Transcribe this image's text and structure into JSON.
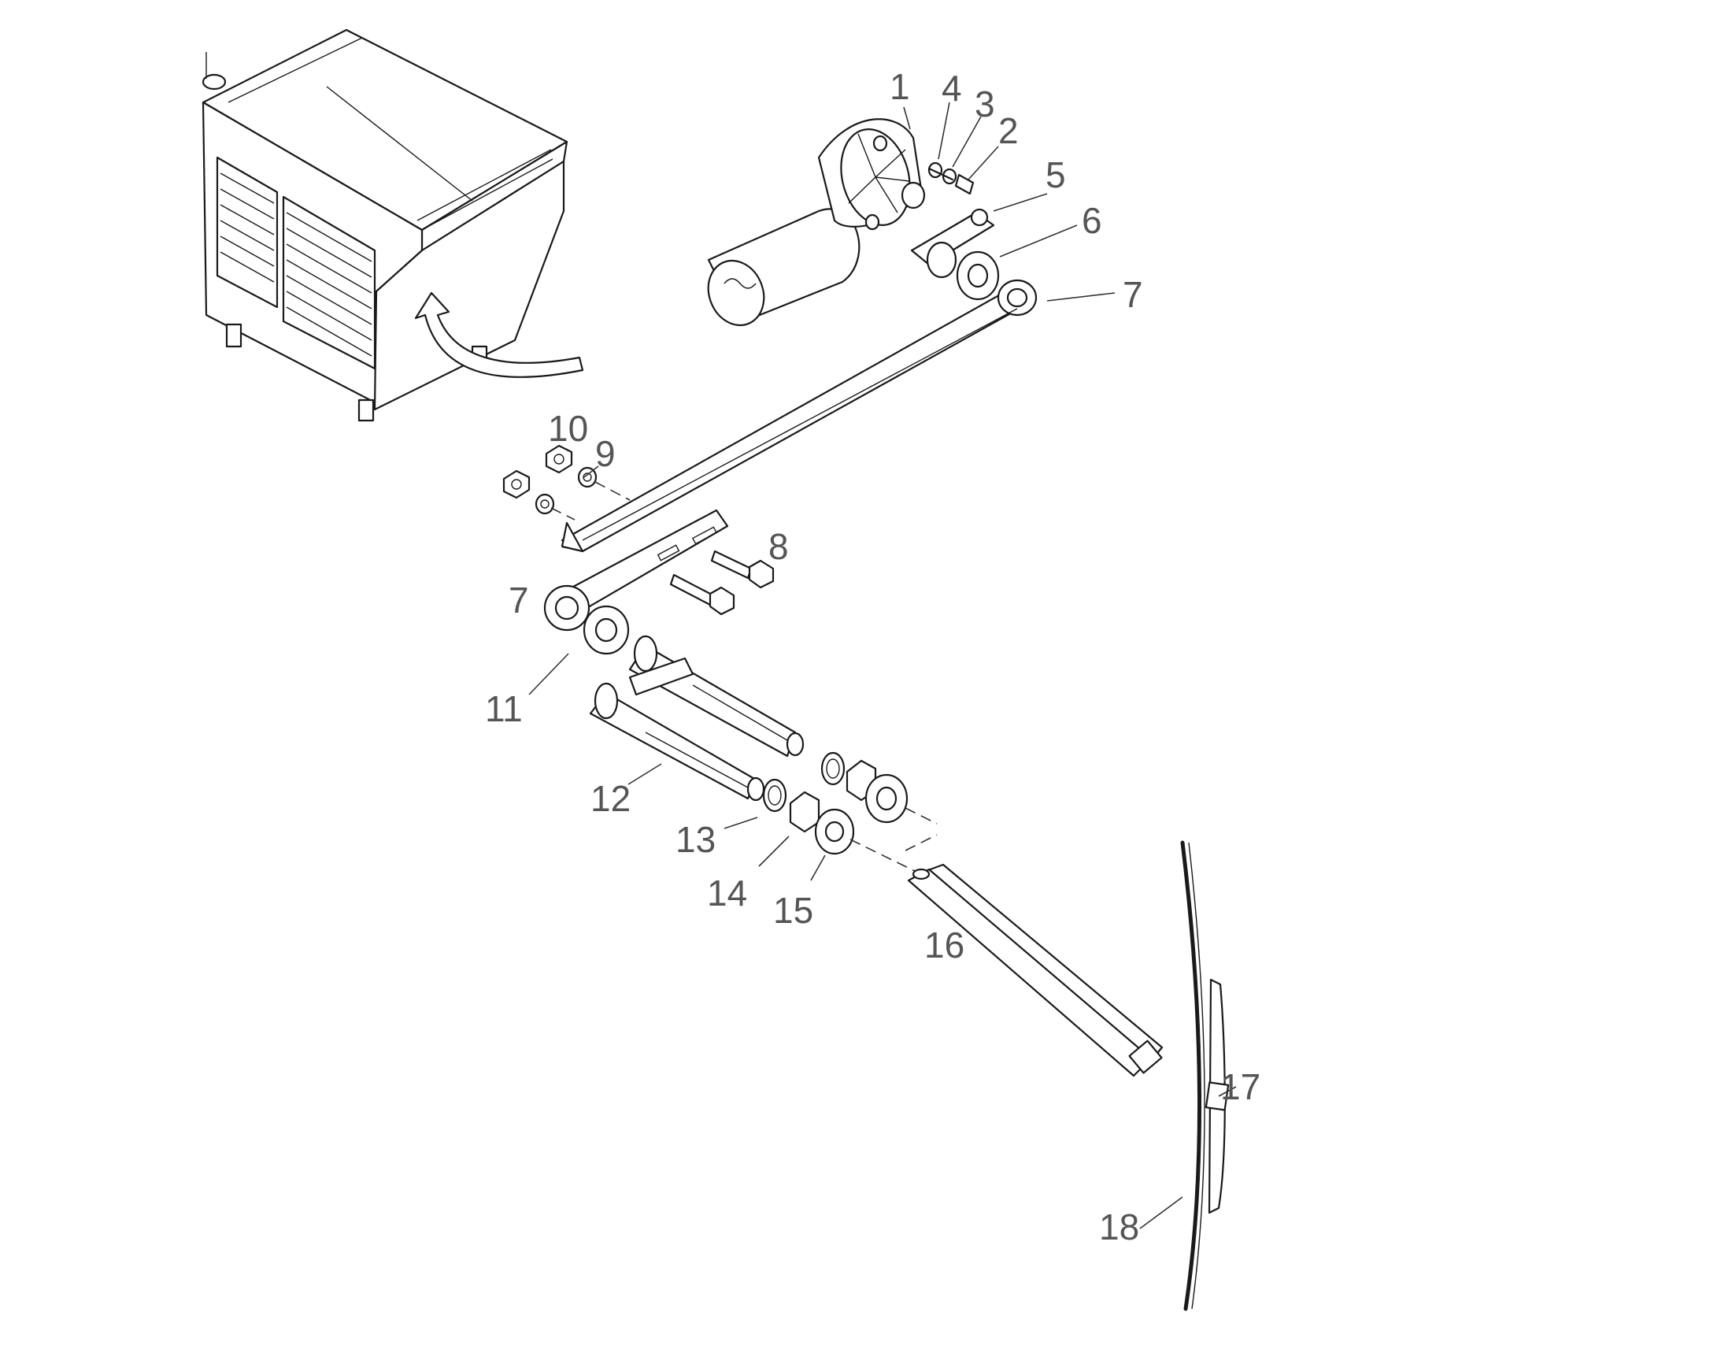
{
  "callouts": [
    {
      "id": "1",
      "text": "1"
    },
    {
      "id": "2",
      "text": "2"
    },
    {
      "id": "3",
      "text": "3"
    },
    {
      "id": "4",
      "text": "4"
    },
    {
      "id": "5",
      "text": "5"
    },
    {
      "id": "6",
      "text": "6"
    },
    {
      "id": "7a",
      "text": "7"
    },
    {
      "id": "7b",
      "text": "7"
    },
    {
      "id": "8",
      "text": "8"
    },
    {
      "id": "9",
      "text": "9"
    },
    {
      "id": "10",
      "text": "10"
    },
    {
      "id": "11",
      "text": "11"
    },
    {
      "id": "12",
      "text": "12"
    },
    {
      "id": "13",
      "text": "13"
    },
    {
      "id": "14",
      "text": "14"
    },
    {
      "id": "15",
      "text": "15"
    },
    {
      "id": "16",
      "text": "16"
    },
    {
      "id": "17",
      "text": "17"
    },
    {
      "id": "18",
      "text": "18"
    }
  ]
}
